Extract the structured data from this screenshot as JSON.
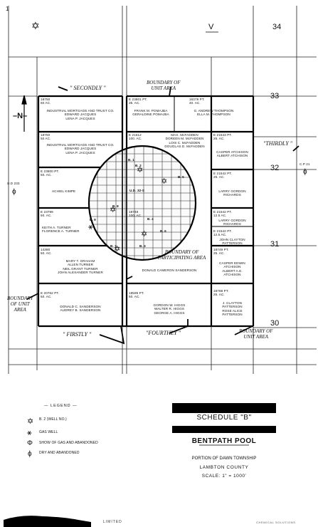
{
  "header": {
    "corner_mark": "1",
    "concession_v": "V",
    "lot_34": "34"
  },
  "lot_numbers": {
    "l33": "33",
    "l32": "32",
    "l31": "31",
    "l30": "30"
  },
  "north": "N",
  "sections": {
    "secondly": "\" SECONDLY \"",
    "thirdly": "\"THIRDLY \"",
    "firstly": "\" FIRSTLY \"",
    "fourthly": "\"FOURTHLY \""
  },
  "boundaries": {
    "unit_top": [
      "BOUNDARY OF",
      "UNIT AREA"
    ],
    "unit_left": [
      "BOUNDARY",
      "OF UNIT",
      "AREA"
    ],
    "unit_right": [
      "BOUNDARY OF",
      "UNIT AREA"
    ],
    "participating": [
      "BOUNDARY OF",
      "PARTICIPATING AREA"
    ]
  },
  "side_labels": {
    "left": "U.D 233",
    "right": "C.P 21"
  },
  "parcels": {
    "p1": {
      "area": [
        "18750",
        "50 AC."
      ],
      "owners": [
        "INDUSTRIAL MORTGAGE AND TRUST CO.",
        "EDWARD JACQUES",
        "LENA P. JACQUES"
      ]
    },
    "p2": {
      "area": [
        "E 23801 PT.",
        "35. AC."
      ],
      "owners": [
        "FRANK M. POMAJBA",
        "GERALDINE POMAJBA"
      ]
    },
    "p3": {
      "area": [
        "16378 PT.",
        "40. AC."
      ],
      "owners": [
        "G. ANDREW THOMPSON",
        "ELLA M. THOMPSON"
      ]
    },
    "p4": {
      "area": [
        "18750",
        "50 AC."
      ],
      "owners": [
        "INDUSTRIAL MORTGAGE AND TRUST CO.",
        "EDWARD JACQUES",
        "LENA P. JACQUES"
      ]
    },
    "p5": {
      "area": [
        "E 21612",
        "100. AC."
      ],
      "owners": [
        "MAX. McFADDEN",
        "DOREEN M. McFADDEN",
        "LOIS C. McFADDEN",
        "DOUGLAS D. McFADDEN"
      ]
    },
    "p6": {
      "area": [
        "E 21543 PT.",
        "25. AC."
      ],
      "owners": [
        "CASPER ATCHISON",
        "ALBERT ATCHISON"
      ]
    },
    "p7": {
      "area": [
        "E 23800 PT.",
        "50. AC."
      ],
      "owners": [
        "ACHIEL KIMPE"
      ]
    },
    "p8": {
      "area": [
        "E 21542 PT.",
        "25. AC."
      ],
      "owners": [
        "LARRY GORDON",
        "RICHARDS"
      ]
    },
    "p9": {
      "area": [
        "E 23799",
        "50. AC."
      ],
      "owners": [
        "KEITH A. TURNER",
        "FLORENCE A. TURNER"
      ]
    },
    "p10": {
      "area": [
        "18748",
        "100. AC."
      ],
      "owners": []
    },
    "p11": {
      "area": [
        "E 21542 PT.",
        "12.5 AC."
      ],
      "owners": [
        "LARRY GORDON",
        "RICHARDS"
      ]
    },
    "p12": {
      "area": [
        "E 21542 PT.",
        "12.5 AC."
      ],
      "owners": [
        "JOHN CLAYTON",
        "PATTERSON"
      ]
    },
    "p13": {
      "area": [
        "14380",
        "50. AC."
      ],
      "owners": [
        "MARY T. GRAHAM",
        "ALLEN TURNER",
        "NEIL GRANT TURNER",
        "JOHN ALEXANDER TURNER"
      ]
    },
    "p14": {
      "area": [],
      "owners": [
        "DONALD CAMERON SANDERSON"
      ]
    },
    "p15": {
      "area": [
        "18749 PT.",
        "25. AC."
      ],
      "owners": [
        "CASPER EDWIN",
        "ATCHISON",
        "ALBERT A.E.",
        "ATCHISON"
      ]
    },
    "p16": {
      "area": [
        "E 20762 PT.",
        "50. AC."
      ],
      "owners": [
        "DONALD C. SANDERSON",
        "AUDREY B. SANDERSON"
      ]
    },
    "p17": {
      "area": [
        "18595 PT.",
        "50. AC."
      ],
      "owners": [
        "GORDON W. HIGGS",
        "WALTER R. HIGGS",
        "GEORGE A. HIGGS"
      ]
    },
    "p18": {
      "area": [
        "18788 PT.",
        "25. AC."
      ],
      "owners": [
        "J. CLAYTON",
        "PATTERSON",
        "ROSE ALICE",
        "PATTERSON"
      ]
    }
  },
  "grid_labels": {
    "ud": "U.D. 32-S",
    "b5": "B. 5",
    "b7": "B. 7",
    "b8": "B. 8",
    "b6": "B. 6",
    "b9": "B. 9",
    "b4": "B. 4",
    "b3": "B. 3",
    "b2": "B. 2",
    "b1": "B. 1"
  },
  "legend": {
    "title": "— LEGEND —",
    "items": [
      {
        "icon": "star-well-icon",
        "label": "B. 2  (WELL NO.)"
      },
      {
        "icon": "gas-well-icon",
        "label": "GAS WELL"
      },
      {
        "icon": "show-gas-abandoned-icon",
        "label": "SHOW OF GAS AND ABANDONED"
      },
      {
        "icon": "dry-abandoned-icon",
        "label": "DRY AND ABANDONED"
      }
    ]
  },
  "title_block": {
    "schedule": "SCHEDULE  \"B\"",
    "pool": "BENTPATH POOL",
    "portion": "PORTION  OF  DAWN  TOWNSHIP",
    "county": "LAMBTON   COUNTY",
    "scale": "SCALE:  1\" = 1000'"
  },
  "footer": {
    "left": "LIMITED",
    "right": "CHEMICAL  SOLUTIONS"
  }
}
